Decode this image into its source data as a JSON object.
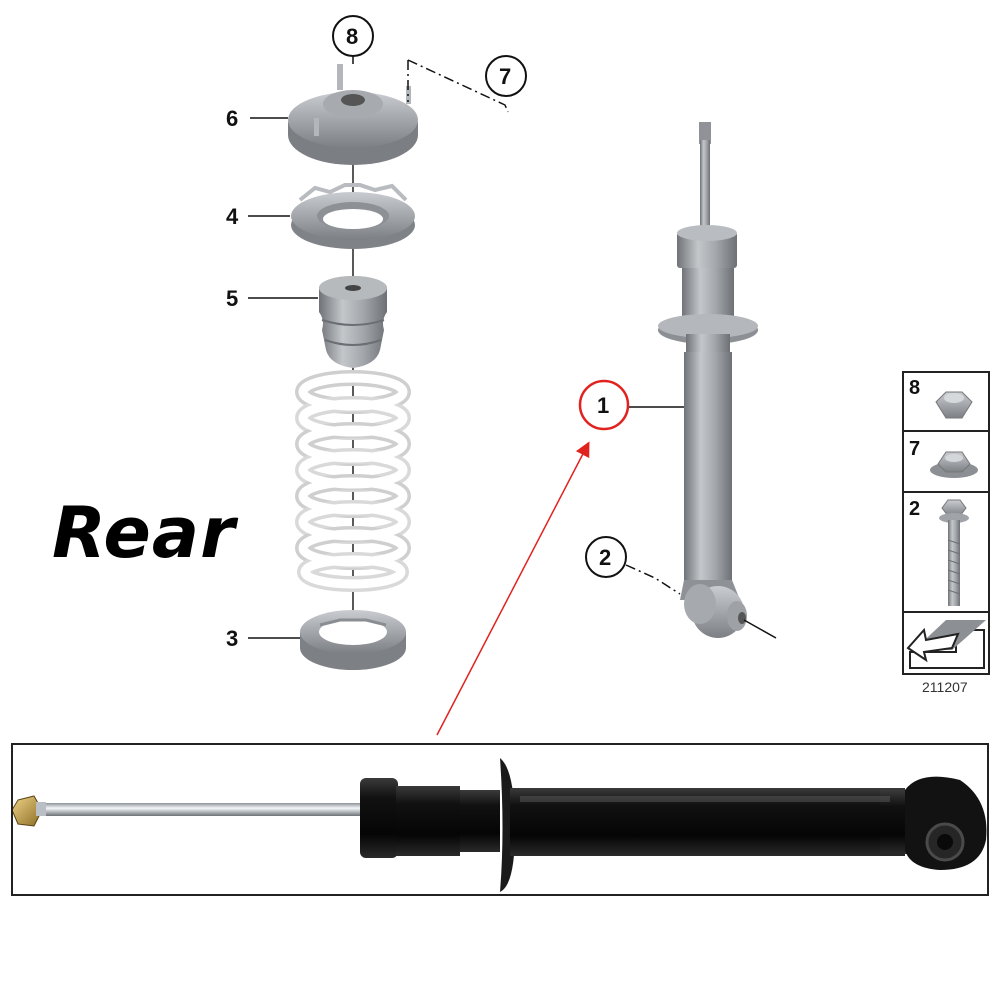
{
  "title": "Rear",
  "drawing_number": "211207",
  "callouts": {
    "c1": "1",
    "c2": "2",
    "c3": "3",
    "c4": "4",
    "c5": "5",
    "c6": "6",
    "c7": "7",
    "c8": "8"
  },
  "hardware_panel": {
    "row1": "8",
    "row2": "7",
    "row3": "2"
  },
  "colors": {
    "part_gray": "#9a9ea3",
    "spring_white": "#f2f2f2",
    "highlight_red": "#e0231f",
    "shock_black": "#0d0d0d"
  }
}
